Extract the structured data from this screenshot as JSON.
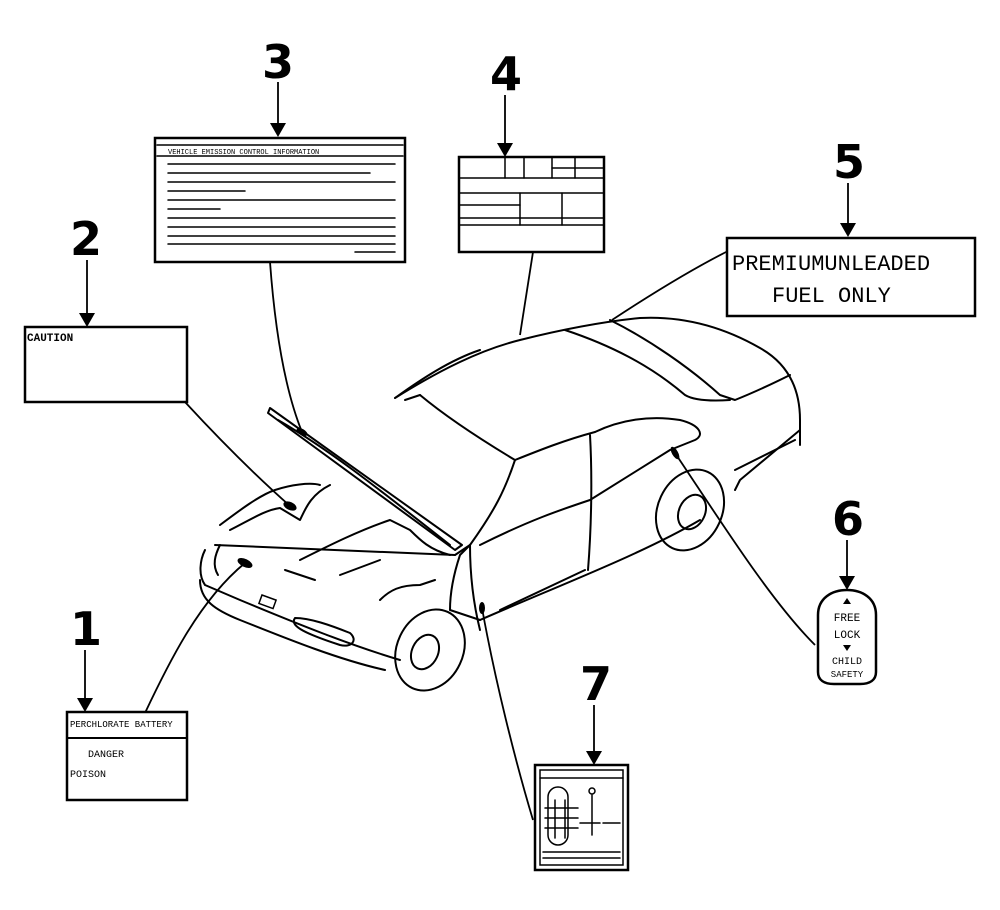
{
  "diagram": {
    "title": "Vehicle labels parts diagram",
    "ink_color": "#000000",
    "background_color": "#ffffff",
    "callouts": [
      {
        "number": "1",
        "part": "battery-warning-label",
        "lines": [
          "PERCHLORATE BATTERY",
          "DANGER",
          "POISON"
        ]
      },
      {
        "number": "2",
        "part": "caution-label",
        "lines": [
          "CAUTION"
        ]
      },
      {
        "number": "3",
        "part": "emission-info-label",
        "lines": [
          "VEHICLE EMISSION CONTROL INFORMATION"
        ]
      },
      {
        "number": "4",
        "part": "vehicle-info-label",
        "lines": []
      },
      {
        "number": "5",
        "part": "fuel-label",
        "lines": [
          "PREMIUMUNLEADED",
          "FUEL ONLY"
        ]
      },
      {
        "number": "6",
        "part": "child-safety-lock-label",
        "lines": [
          "FREE",
          "LOCK",
          "CHILD",
          "SAFETY"
        ]
      },
      {
        "number": "7",
        "part": "shift-pattern-label",
        "lines": []
      }
    ]
  }
}
